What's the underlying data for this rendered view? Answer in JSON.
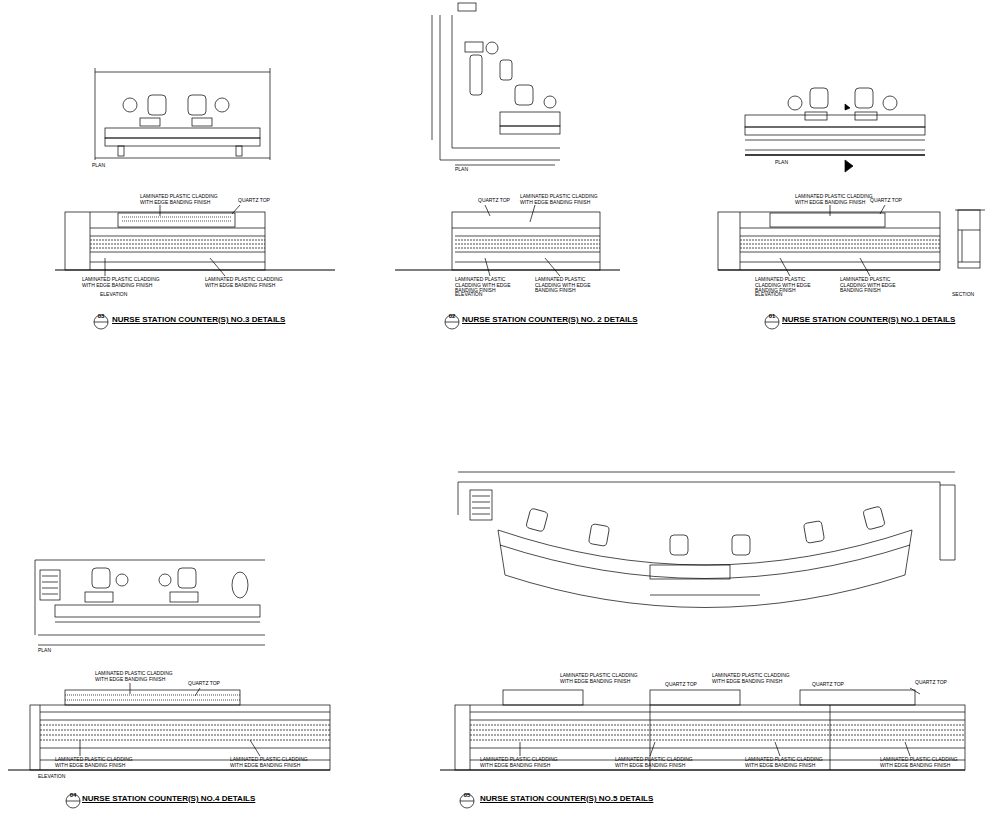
{
  "diagram": {
    "labels": [
      "PLAN",
      "QUARTZ TOP",
      "LAMINATED PLASTIC CLADDING WITH EDGE BANDING FINISH",
      "LAMINATED PLASTIC CLADDING WITH EDGE BANDING FINISH",
      "LAMINATED PLASTIC CLADDING WITH EDGE BANDING FINISH",
      "ELEVATION",
      "03",
      "NURSE STATION COUNTER(S) NO.3  DETAILS",
      "PLAN",
      "QUARTZ TOP",
      "LAMINATED PLASTIC CLADDING WITH EDGE BANDING FINISH",
      "LAMINATED PLASTIC CLADDING WITH EDGE BANDING FINISH",
      "LAMINATED PLASTIC CLADDING WITH EDGE BANDING FINISH",
      "ELEVATION",
      "02",
      "NURSE STATION COUNTER(S) NO. 2  DETAILS",
      "PLAN",
      "QUARTZ TOP",
      "LAMINATED PLASTIC CLADDING WITH EDGE BANDING FINISH",
      "LAMINATED PLASTIC CLADDING WITH EDGE BANDING FINISH",
      "LAMINATED PLASTIC CLADDING WITH EDGE BANDING FINISH",
      "ELEVATION",
      "SECTION",
      "01",
      "NURSE STATION COUNTER(S) NO.1 DETAILS",
      "PLAN",
      "LAMINATED PLASTIC CLADDING WITH EDGE BANDING FINISH",
      "QUARTZ TOP",
      "LAMINATED PLASTIC CLADDING WITH EDGE BANDING FINISH",
      "LAMINATED PLASTIC CLADDING WITH EDGE BANDING FINISH",
      "ELEVATION",
      "04",
      "NURSE STATION COUNTER(S) NO.4  DETAILS",
      "LAMINATED PLASTIC CLADDING WITH EDGE BANDING FINISH",
      "QUARTZ TOP",
      "LAMINATED PLASTIC CLADDING WITH EDGE BANDING FINISH",
      "QUARTZ TOP",
      "QUARTZ TOP",
      "LAMINATED PLASTIC CLADDING WITH EDGE BANDING FINISH",
      "LAMINATED PLASTIC CLADDING WITH EDGE BANDING FINISH",
      "LAMINATED PLASTIC CLADDING WITH EDGE BANDING FINISH",
      "LAMINATED PLASTIC CLADDING WITH EDGE BANDING FINISH",
      "05",
      "NURSE STATION COUNTER(S) NO.5  DETAILS"
    ]
  }
}
